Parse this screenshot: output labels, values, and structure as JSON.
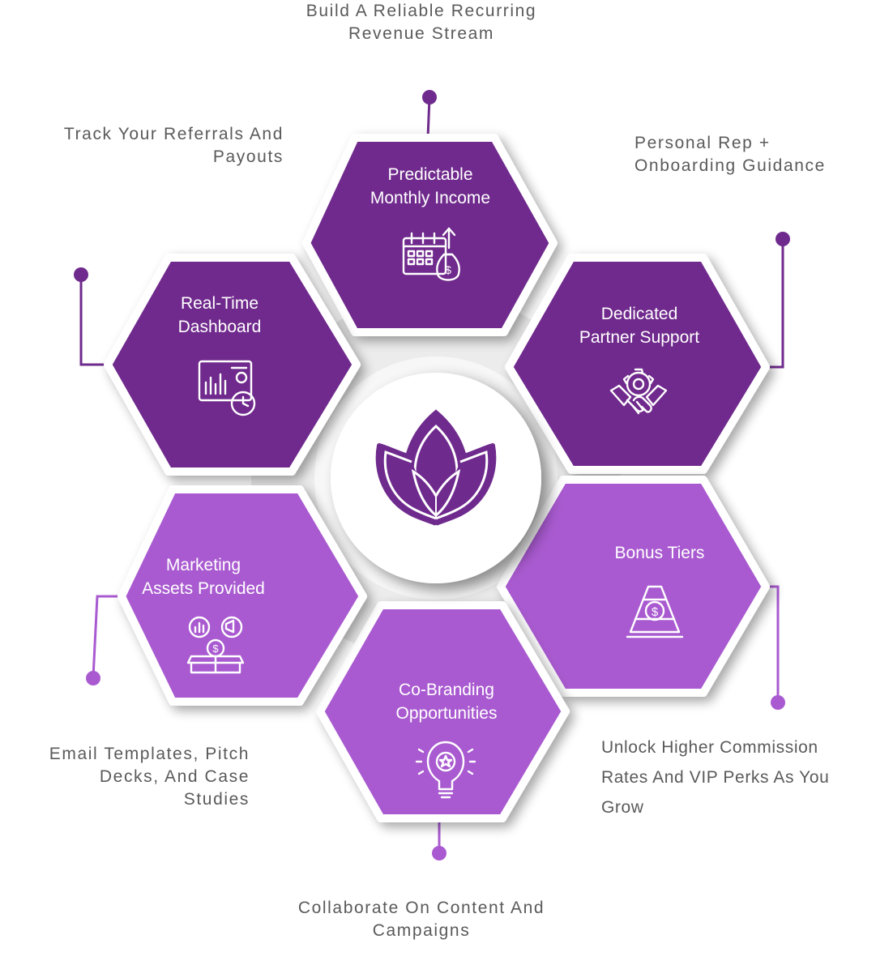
{
  "colors": {
    "dark_purple": "#6f2a8d",
    "light_purple": "#a95ad0",
    "caption_gray": "#5a5a5a",
    "ring_gray": "#e9e9e9",
    "white": "#ffffff"
  },
  "center": {
    "icon": "lotus-logo-icon"
  },
  "segments": [
    {
      "title": [
        "Predictable",
        "Monthly Income"
      ],
      "icon": "calendar-money-bag-icon",
      "caption": [
        "Build A Reliable Recurring",
        "Revenue Stream"
      ]
    },
    {
      "title": [
        "Dedicated",
        "Partner Support"
      ],
      "icon": "gear-handshake-icon",
      "caption": [
        "Personal Rep +",
        "Onboarding Guidance"
      ]
    },
    {
      "title": [
        "Bonus Tiers"
      ],
      "icon": "dollar-pyramid-icon",
      "caption": [
        "Unlock Higher Commission",
        "Rates And VIP Perks As You",
        "Grow"
      ]
    },
    {
      "title": [
        "Co-Branding",
        "Opportunities"
      ],
      "icon": "lightbulb-star-icon",
      "caption": [
        "Collaborate On Content And",
        "Campaigns"
      ]
    },
    {
      "title": [
        "Marketing",
        "Assets Provided"
      ],
      "icon": "marketing-box-icon",
      "caption": [
        "Email Templates, Pitch",
        "Decks, And Case",
        "Studies"
      ]
    },
    {
      "title": [
        "Real-Time",
        "Dashboard"
      ],
      "icon": "dashboard-clock-icon",
      "caption": [
        "Track Your Referrals And",
        "Payouts"
      ]
    }
  ]
}
